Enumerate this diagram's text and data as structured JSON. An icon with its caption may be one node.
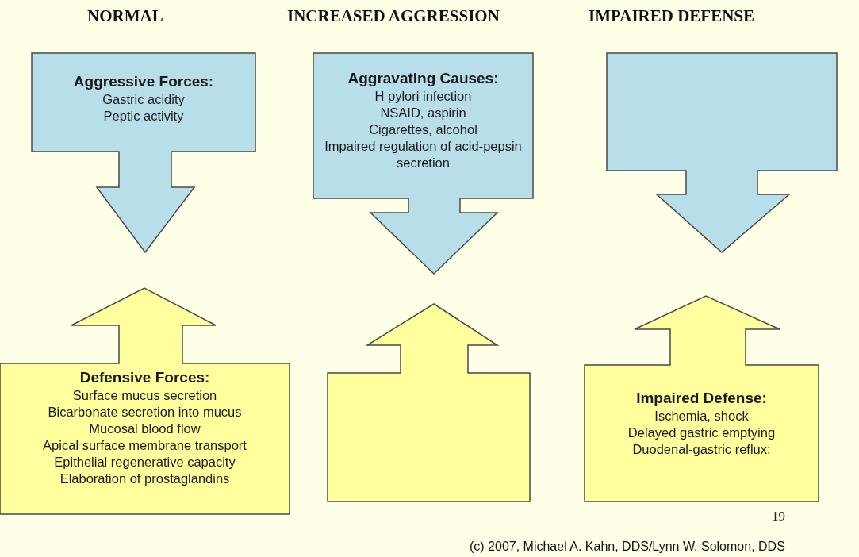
{
  "diagram": {
    "nodes": [
      {
        "text": [
          "Aggressive Forces:",
          "Gastric acidity",
          "Peptic activity"
        ]
      },
      {
        "text": [
          "Aggravating Causes:",
          "H pylori infection",
          "NSAID, aspirin",
          "Cigarettes, alcohol",
          "Impaired regulation of acid-pepsin secretion"
        ]
      },
      {
        "text": [],
        "shape": "arrow"
      },
      {
        "text": [
          "Defensive Forces:",
          "Surface mucus secretion",
          "Bicarbonate secretion into mucus",
          "Mucosal blood flow",
          "Apical surface membrane transport",
          "Epithelial regenerative capacity",
          "Elaboration of prostaglandins"
        ]
      },
      {
        "text": [],
        "shape": "arrow"
      },
      {
        "text": [
          "Impaired Defense:",
          "Ischemia, shock",
          "Delayed gastric emptying",
          "Duodenal-gastric reflux:"
        ]
      }
    ],
    "labels": [
      "NORMAL",
      "INCREASED AGGRESSION",
      "IMPAIRED DEFENSE",
      "19",
      "(c) 2007, Michael A. Kahn, DDS/Lynn W. Solomon, DDS"
    ]
  }
}
